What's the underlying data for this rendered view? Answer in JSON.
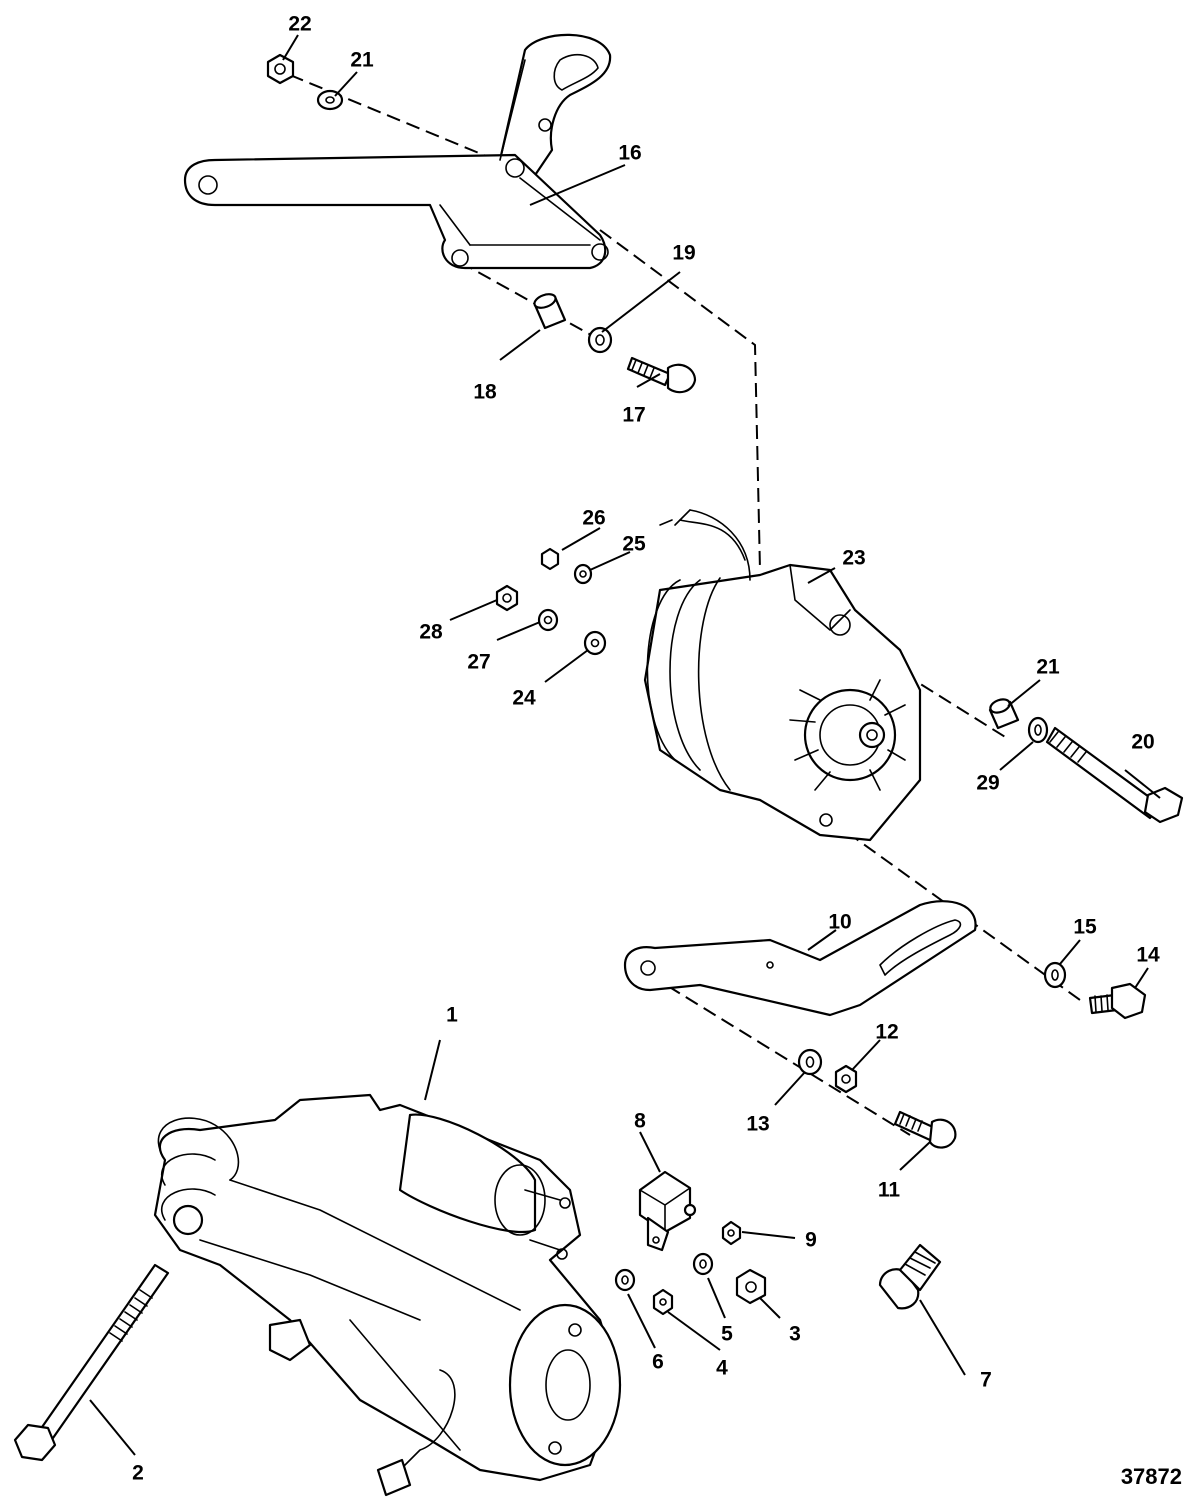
{
  "figure_number": "37872",
  "callouts": [
    {
      "id": "c1",
      "text": "1"
    },
    {
      "id": "c2",
      "text": "2"
    },
    {
      "id": "c3",
      "text": "3"
    },
    {
      "id": "c4",
      "text": "4"
    },
    {
      "id": "c5",
      "text": "5"
    },
    {
      "id": "c6",
      "text": "6"
    },
    {
      "id": "c7",
      "text": "7"
    },
    {
      "id": "c8",
      "text": "8"
    },
    {
      "id": "c9",
      "text": "9"
    },
    {
      "id": "c10",
      "text": "10"
    },
    {
      "id": "c11",
      "text": "11"
    },
    {
      "id": "c12",
      "text": "12"
    },
    {
      "id": "c13",
      "text": "13"
    },
    {
      "id": "c14",
      "text": "14"
    },
    {
      "id": "c15",
      "text": "15"
    },
    {
      "id": "c16",
      "text": "16"
    },
    {
      "id": "c17",
      "text": "17"
    },
    {
      "id": "c18",
      "text": "18"
    },
    {
      "id": "c19",
      "text": "19"
    },
    {
      "id": "c20",
      "text": "20"
    },
    {
      "id": "c21a",
      "text": "21"
    },
    {
      "id": "c21b",
      "text": "21"
    },
    {
      "id": "c22",
      "text": "22"
    },
    {
      "id": "c23",
      "text": "23"
    },
    {
      "id": "c24",
      "text": "24"
    },
    {
      "id": "c25",
      "text": "25"
    },
    {
      "id": "c26",
      "text": "26"
    },
    {
      "id": "c27",
      "text": "27"
    },
    {
      "id": "c28",
      "text": "28"
    },
    {
      "id": "c29",
      "text": "29"
    }
  ]
}
